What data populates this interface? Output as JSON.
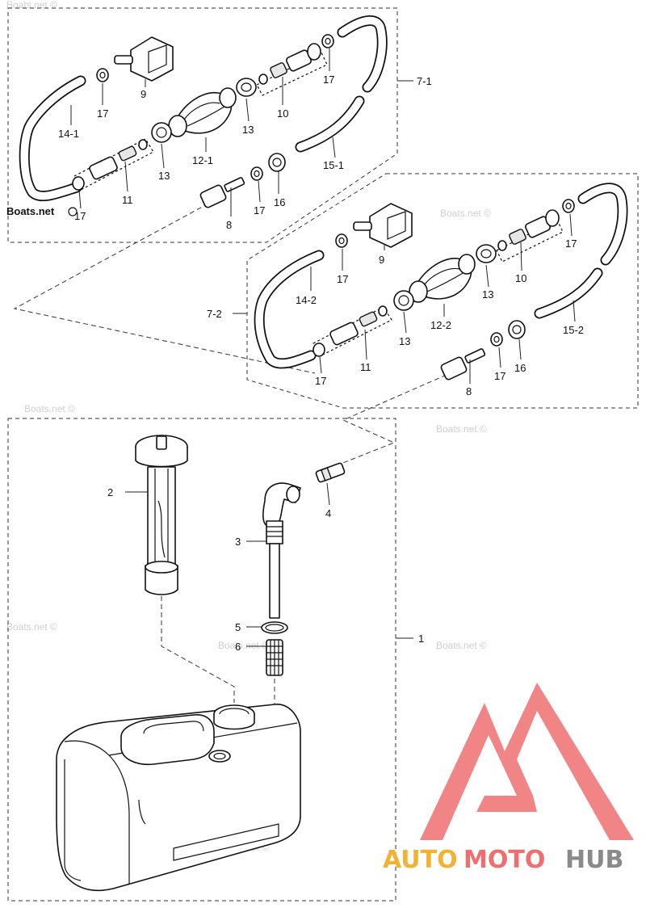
{
  "labels": {
    "p1": "1",
    "p2": "2",
    "p3": "3",
    "p4": "4",
    "p5": "5",
    "p6": "6",
    "p7_1": "7-1",
    "p7_2": "7-2",
    "p8": "8",
    "p9": "9",
    "p10": "10",
    "p11": "11",
    "p12_1": "12-1",
    "p12_2": "12-2",
    "p13": "13",
    "p14_1": "14-1",
    "p14_2": "14-2",
    "p15_1": "15-1",
    "p15_2": "15-2",
    "p16": "16",
    "p17": "17"
  },
  "watermark": {
    "text": "Boats.net ©",
    "text_bold": "Boats.net"
  },
  "logo": {
    "part1": "AUTO",
    "part2": "MOTO",
    "part3": "HUB",
    "color_gold": "#f2b233",
    "color_red": "#ee6f6f",
    "color_gray": "#8a8a8a"
  },
  "colors": {
    "line": "#111111",
    "watermark": "#cfcfcf",
    "background": "#ffffff"
  }
}
